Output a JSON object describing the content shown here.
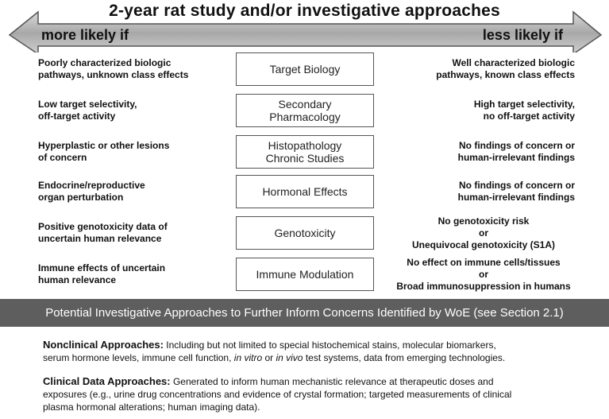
{
  "title": "2-year rat study and/or investigative approaches",
  "arrow": {
    "left_label": "more likely if",
    "right_label": "less likely if"
  },
  "rows": [
    {
      "left_line1": "Poorly characterized biologic",
      "left_line2": "pathways, unknown class effects",
      "center_line1": "Target Biology",
      "center_line2": "",
      "right_line1": "Well characterized biologic",
      "right_line2": "pathways, known class effects",
      "right_line3": ""
    },
    {
      "left_line1": "Low target selectivity,",
      "left_line2": "off-target activity",
      "center_line1": "Secondary",
      "center_line2": "Pharmacology",
      "right_line1": "High target selectivity,",
      "right_line2": "no off-target activity",
      "right_line3": ""
    },
    {
      "left_line1": "Hyperplastic or other lesions",
      "left_line2": "of concern",
      "center_line1": "Histopathology",
      "center_line2": "Chronic Studies",
      "right_line1": "No findings of concern or",
      "right_line2": "human-irrelevant findings",
      "right_line3": ""
    },
    {
      "left_line1": "Endocrine/reproductive",
      "left_line2": "organ perturbation",
      "center_line1": "Hormonal Effects",
      "center_line2": "",
      "right_line1": "No findings of concern or",
      "right_line2": "human-irrelevant findings",
      "right_line3": ""
    },
    {
      "left_line1": "Positive genotoxicity data of",
      "left_line2": "uncertain human relevance",
      "center_line1": "Genotoxicity",
      "center_line2": "",
      "right_line1": "No genotoxicity risk",
      "right_line2": "or",
      "right_line3": "Unequivocal genotoxicity (S1A)"
    },
    {
      "left_line1": "Immune effects of uncertain",
      "left_line2": "human relevance",
      "center_line1": "Immune Modulation",
      "center_line2": "",
      "right_line1": "No effect on immune cells/tissues",
      "right_line2": "or",
      "right_line3": "Broad immunosuppression in humans"
    }
  ],
  "band": "Potential Investigative Approaches to Further Inform Concerns Identified by WoE (see Section 2.1)",
  "nonclinical": {
    "heading": "Nonclinical Approaches:",
    "text_a": " Including but not limited to special histochemical stains, molecular biomarkers,",
    "text_b": "serum hormone levels, immune cell function, ",
    "italic_1": "in vitro",
    "text_c": " or ",
    "italic_2": "in vivo",
    "text_d": " test systems, data from emerging technologies."
  },
  "clinical": {
    "heading": "Clinical Data Approaches:",
    "text_a": " Generated to inform human mechanistic relevance at therapeutic doses and",
    "text_b": "exposures (e.g., urine drug concentrations and evidence of crystal formation; targeted measurements of clinical",
    "text_c": "plasma hormonal alterations; human imaging data)."
  }
}
